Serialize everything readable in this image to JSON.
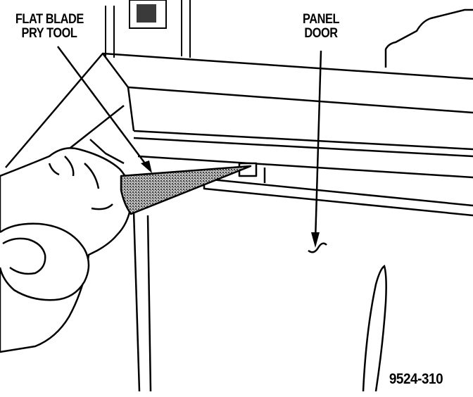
{
  "labels": {
    "tool_line1": "FLAT BLADE",
    "tool_line2": "PRY TOOL",
    "panel_line1": "PANEL",
    "panel_line2": "DOOR"
  },
  "figure_id": "9524-310",
  "colors": {
    "ink": "#000000",
    "paper": "#ffffff",
    "blade_fill": "#8a8a8a"
  }
}
